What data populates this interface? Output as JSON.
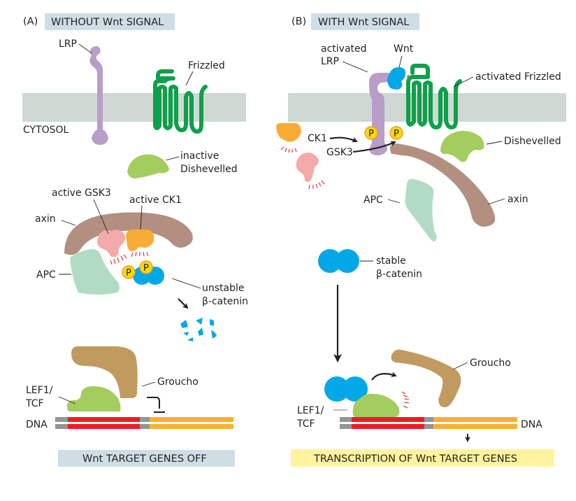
{
  "figure": {
    "panel_a": {
      "letter": "(A)",
      "title": "WITHOUT Wnt SIGNAL",
      "labels": {
        "lrp": "LRP",
        "frizzled": "Frizzled",
        "cytosol": "CYTOSOL",
        "dishevelled_line1": "inactive",
        "dishevelled_line2": "Dishevelled",
        "gsk3": "active GSK3",
        "ck1": "active CK1",
        "axin": "axin",
        "apc": "APC",
        "catenin_line1": "unstable",
        "catenin_line2": "β-catenin",
        "groucho": "Groucho",
        "lef_line1": "LEF1/",
        "lef_line2": "TCF",
        "dna": "DNA",
        "phospho": "P"
      },
      "result": "Wnt TARGET GENES OFF"
    },
    "panel_b": {
      "letter": "(B)",
      "title": "WITH Wnt SIGNAL",
      "labels": {
        "lrp_line1": "activated",
        "lrp_line2": "LRP",
        "wnt": "Wnt",
        "frizzled": "activated Frizzled",
        "ck1": "CK1",
        "gsk3": "GSK3",
        "dishevelled": "Dishevelled",
        "apc": "APC",
        "axin": "axin",
        "catenin_line1": "stable",
        "catenin_line2": "β-catenin",
        "groucho": "Groucho",
        "lef_line1": "LEF1/",
        "lef_line2": "TCF",
        "dna": "DNA",
        "phospho": "P"
      },
      "result": "TRANSCRIPTION OF Wnt TARGET GENES"
    },
    "colors": {
      "membrane": "#cfd8d3",
      "lrp": "#b89dc9",
      "frizzled": "#0fa04b",
      "dishevelled": "#a3cd5f",
      "axin": "#b38f80",
      "apc": "#b2dbc3",
      "gsk3": "#f4aaaa",
      "ck1": "#f9ac35",
      "catenin": "#00a8e8",
      "phospho_fill": "#fdd80e",
      "phospho_stroke": "#f39c1f",
      "groucho": "#c19a5f",
      "dna_gray": "#939598",
      "dna_red": "#ed1c24",
      "dna_orange": "#fbb034",
      "title_bg": "#cfdee5",
      "result_a_bg": "#cfdee5",
      "result_b_bg": "#fff3a0",
      "ray": "#e8202a"
    }
  }
}
